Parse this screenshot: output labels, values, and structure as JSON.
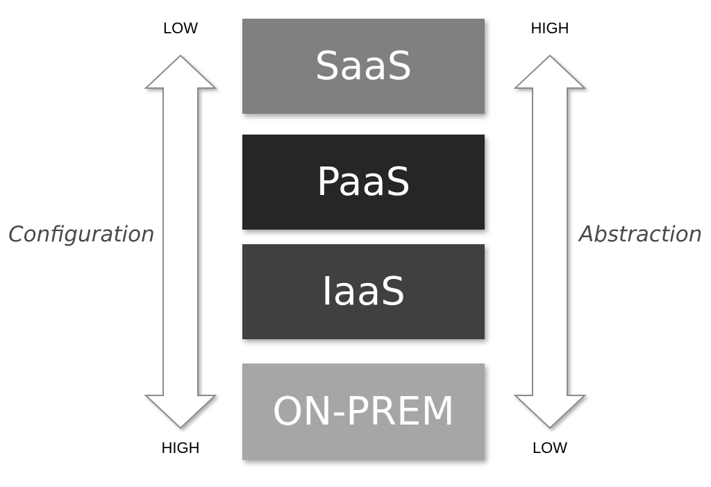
{
  "layers": [
    {
      "label": "SaaS",
      "color": "#808080"
    },
    {
      "label": "PaaS",
      "color": "#262626"
    },
    {
      "label": "IaaS",
      "color": "#404040"
    },
    {
      "label": "ON-PREM",
      "color": "#a6a6a6"
    }
  ],
  "left_axis": {
    "title": "Configuration",
    "top_label": "LOW",
    "bottom_label": "HIGH"
  },
  "right_axis": {
    "title": "Abstraction",
    "top_label": "HIGH",
    "bottom_label": "LOW"
  }
}
